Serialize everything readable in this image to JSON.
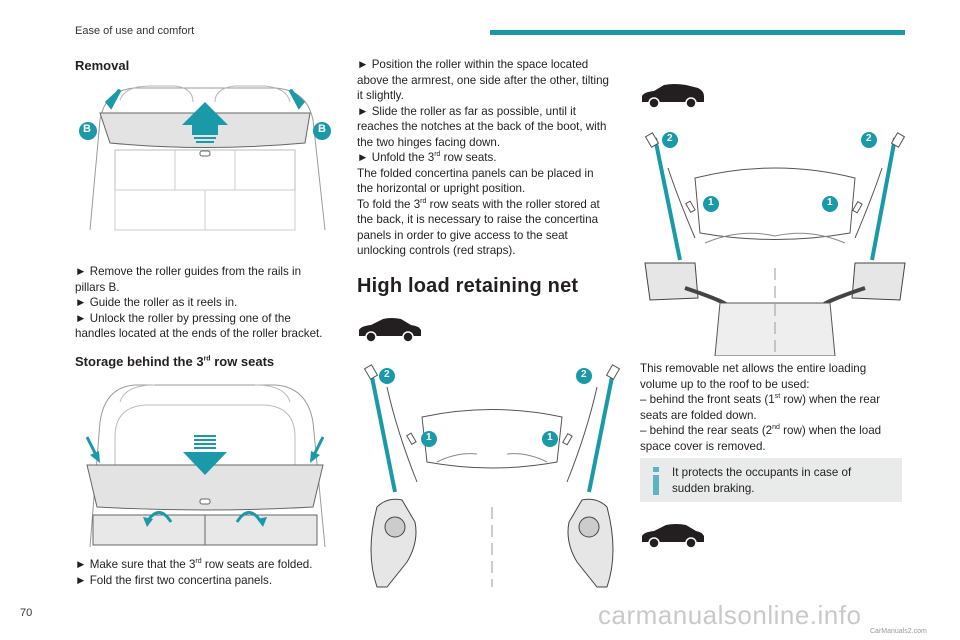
{
  "header": {
    "section_title": "Ease of use and comfort"
  },
  "col1": {
    "removal_title": "Removal",
    "figure1_labels": [
      "B",
      "B"
    ],
    "removal_steps": [
      "► Remove the roller guides from the rails in",
      "pillars B.",
      "► Guide the roller as it reels in.",
      "► Unlock the roller by pressing one of the",
      "handles located at the ends of the roller bracket."
    ],
    "storage_title_pre": "Storage behind the 3",
    "storage_title_sup": "rd",
    "storage_title_post": " row seats",
    "storage_step1_pre": "► Make sure that the 3",
    "storage_step1_sup": "rd",
    "storage_step1_post": " row seats are folded.",
    "storage_step2": "► Fold the first two concertina panels."
  },
  "col2": {
    "lines": [
      "► Position the roller within the space located",
      "above the armrest, one side after the other, tilting",
      "it slightly.",
      "► Slide the roller as far as possible, until it",
      "reaches the notches at the back of the boot, with",
      "the two hinges facing down."
    ],
    "unfold_pre": "► Unfold the 3",
    "unfold_sup": "rd",
    "unfold_post": " row seats.",
    "folded_lines": [
      "The folded concertina panels can be placed in",
      "the horizontal or upright position."
    ],
    "tofold_pre": "To fold the 3",
    "tofold_sup": "rd",
    "tofold_post": " row seats with the roller stored at",
    "tofold_lines": [
      "the back, it is necessary to raise the concertina",
      "panels in order to give access to the seat",
      "unlocking controls (red straps)."
    ],
    "net_title": "High load retaining net",
    "figure_labels": [
      "2",
      "2",
      "1",
      "1"
    ]
  },
  "col3": {
    "figure_labels": [
      "2",
      "2",
      "1",
      "1"
    ],
    "intro_lines": [
      "This removable net allows the entire loading",
      "volume up to the roof to be used:"
    ],
    "front_pre": "–  behind the front seats (1",
    "front_sup": "st",
    "front_post": " row) when the rear",
    "front_line2": "seats are folded down.",
    "rear_pre": "–  behind the rear seats (2",
    "rear_sup": "nd",
    "rear_post": " row) when the load",
    "rear_line2": "space cover is removed.",
    "info_lines": [
      "It protects the occupants in case of",
      "sudden braking."
    ]
  },
  "footer": {
    "page_number": "70",
    "watermark": "carmanualsonline.info",
    "watermark_small": "CarManuals2.com"
  },
  "colors": {
    "accent": "#1a99a8",
    "info_icon": "#5ab4c4",
    "info_bg": "#e9eaea"
  }
}
